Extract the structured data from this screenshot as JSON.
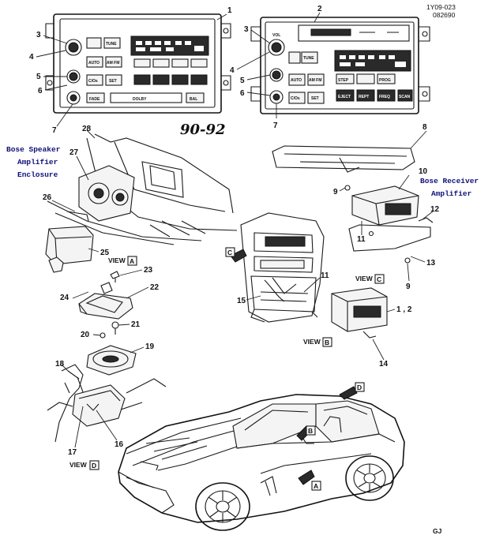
{
  "header": {
    "code1": "1Y09-023",
    "code2": "082690",
    "years": "90-92",
    "corner_mark": "GJ"
  },
  "callouts": {
    "bose_speaker": [
      "Bose Speaker",
      "Amplifier",
      "Enclosure"
    ],
    "bose_receiver": [
      "Bose Receiver",
      "Amplifier"
    ]
  },
  "radio1": {
    "buttons": [
      "TUNE",
      "AUTO",
      "AM FM",
      "C/Os",
      "SET",
      "FADE",
      "BAL"
    ],
    "tape_label": "DOLBY"
  },
  "radio2": {
    "knob_label": "VOL",
    "buttons": [
      "TUNE",
      "AUTO",
      "AM FM",
      "C/Os",
      "SET"
    ],
    "panel_buttons": [
      "STEP",
      "PROG",
      "EJECT",
      "REPT",
      "FREQ",
      "SCAN"
    ]
  },
  "item_numbers": {
    "n1": "1",
    "n2": "2",
    "n3a": "3",
    "n4a": "4",
    "n5a": "5",
    "n6a": "6",
    "n7a": "7",
    "n3b": "3",
    "n4b": "4",
    "n5b": "5",
    "n6b": "6",
    "n7b": "7",
    "n8": "8",
    "n9a": "9",
    "n9b": "9",
    "n10": "10",
    "n11a": "11",
    "n11b": "11",
    "n12": "12",
    "n13": "13",
    "n14": "14",
    "n12b": "1 , 2",
    "n15": "15",
    "n16": "16",
    "n17": "17",
    "n18": "18",
    "n19": "19",
    "n20": "20",
    "n21": "21",
    "n22": "22",
    "n23": "23",
    "n24": "24",
    "n25": "25",
    "n26": "26",
    "n27": "27",
    "n28": "28"
  },
  "views": {
    "a": {
      "prefix": "VIEW",
      "letter": "A"
    },
    "b": {
      "prefix": "VIEW",
      "letter": "B"
    },
    "c": {
      "prefix": "VIEW",
      "letter": "C"
    },
    "d": {
      "prefix": "VIEW",
      "letter": "D"
    }
  },
  "arrows": {
    "a": "A",
    "b": "B",
    "c": "C",
    "d": "D"
  }
}
